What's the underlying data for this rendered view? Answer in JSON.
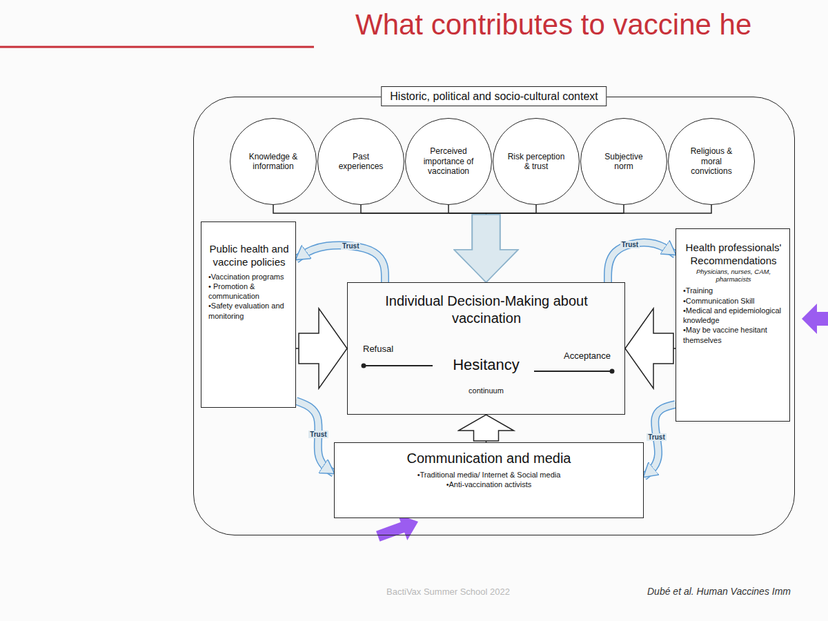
{
  "diagram": {
    "title": "What contributes to vaccine he",
    "nodes": [
      {
        "text": [
          "Historic, political and socio-cultural context"
        ]
      },
      {
        "text": [
          "Knowledge & information"
        ],
        "in": 0
      },
      {
        "text": [
          "Past experiences"
        ],
        "in": 0
      },
      {
        "text": [
          "Perceived importance of vaccination"
        ],
        "in": 0
      },
      {
        "text": [
          "Risk perception & trust"
        ],
        "in": 0
      },
      {
        "text": [
          "Subjective norm"
        ],
        "in": 0
      },
      {
        "text": [
          "Religious & moral convictions"
        ],
        "in": 0
      },
      {
        "text": [
          "Public health and vaccine policies",
          "•Vaccination programs",
          "• Promotion & communication",
          "•Safety evaluation and monitoring"
        ],
        "in": 0
      },
      {
        "text": [
          "Individual Decision-Making about vaccination",
          "Refusal",
          "Hesitancy",
          "Acceptance",
          "continuum"
        ],
        "in": 0
      },
      {
        "text": [
          "Health professionals' Recommendations",
          "Physicians, nurses, CAM, pharmacists",
          "•Training",
          "•Communication Skill",
          "•Medical and epidemiological knowledge",
          "•May be vaccine hesitant themselves"
        ],
        "in": 0
      },
      {
        "text": [
          "Communication and media",
          "•Traditional media/ Internet & Social media",
          "•Anti-vaccination activists"
        ],
        "in": 0
      }
    ],
    "edges": [
      {
        "from": 1,
        "to": 8,
        "arrow": "to"
      },
      {
        "from": 2,
        "to": 8,
        "arrow": "to"
      },
      {
        "from": 3,
        "to": 8,
        "arrow": "to"
      },
      {
        "from": 4,
        "to": 8,
        "arrow": "to"
      },
      {
        "from": 5,
        "to": 8,
        "arrow": "to"
      },
      {
        "from": 6,
        "to": 8,
        "arrow": "to"
      },
      {
        "from": 7,
        "to": 8,
        "arrow": "to"
      },
      {
        "from": 9,
        "to": 8,
        "arrow": "to"
      },
      {
        "from": 10,
        "to": 8,
        "arrow": "to"
      },
      {
        "from": 8,
        "to": 7,
        "arrow": "to",
        "label": "Trust"
      },
      {
        "from": 8,
        "to": 9,
        "arrow": "to",
        "label": "Trust"
      },
      {
        "from": 7,
        "to": 10,
        "arrow": "to",
        "label": "Trust"
      },
      {
        "from": 9,
        "to": 10,
        "arrow": "to",
        "label": "Trust"
      }
    ],
    "labels": [
      "BactiVax Summer School 2022",
      "Dubé et al. Human Vaccines Imm"
    ]
  }
}
